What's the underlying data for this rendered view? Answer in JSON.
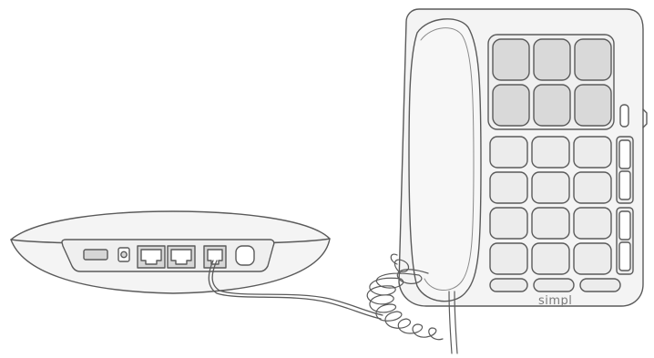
{
  "phone": {
    "brand_label": "simpl"
  },
  "colors": {
    "outline": "#5a5a5a",
    "body_fill": "#f4f4f4",
    "key_fill": "#e4e4e4",
    "speed_key_fill": "#d9d9d9",
    "port_fill": "#d6d6d6"
  },
  "icons": [
    "router-device",
    "ethernet-port-icon",
    "phone-port-icon",
    "power-jack-icon",
    "desk-phone",
    "handset",
    "coiled-cord"
  ]
}
